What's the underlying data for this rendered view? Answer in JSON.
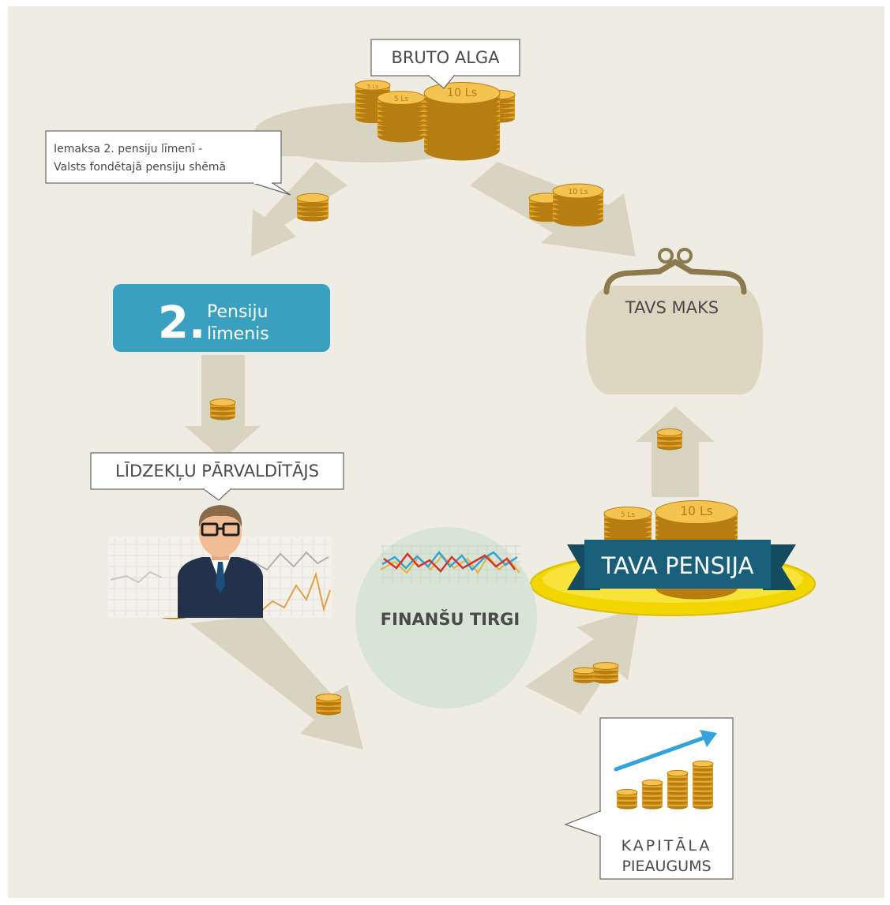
{
  "labels": {
    "bruto_alga": "BRUTO ALGA",
    "callout_line1": "Iemaksa 2. pensiju līmenī -",
    "callout_line2": "Valsts fondētajā pensiju shēmā",
    "level_number": "2.",
    "level_line1": "Pensiju",
    "level_line2": "līmenis",
    "manager": "LĪDZEKĻU PĀRVALDĪTĀJS",
    "market": "FINANŠU TIRGI",
    "growth_line1": "KAPITĀLA",
    "growth_line2": "PIEAUGUMS",
    "wallet": "TAVS MAKS",
    "pension": "TAVA PENSIJA"
  },
  "coin_labels": {
    "ten": "10 Ls",
    "five": "5 Ls"
  },
  "colors": {
    "background": "#eeece3",
    "arrow": "#d9d4bf",
    "coin": "#e3a62a",
    "coin_light": "#f4c350",
    "coin_edge": "#b67d12",
    "level_box": "#3aa0c0",
    "banner": "#1a5f7a",
    "pedestal": "#f2d600",
    "wallet": "#ddd6c0",
    "wallet_frame": "#8c7a4f",
    "market_circle": "#d8e4d6",
    "text_dark": "#4a4a4a"
  }
}
